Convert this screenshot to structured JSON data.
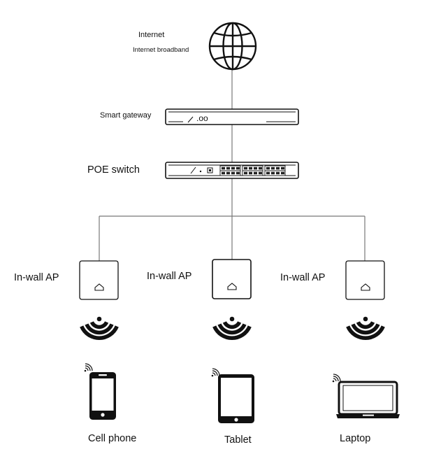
{
  "internet": {
    "title": "Internet",
    "subtitle": "Internet broadband"
  },
  "gateway": {
    "label": "Smart gateway",
    "indicator": ".oo"
  },
  "switch": {
    "label": "POE switch"
  },
  "access_points": [
    {
      "label": "In-wall AP"
    },
    {
      "label": "In-wall AP"
    },
    {
      "label": "In-wall AP"
    }
  ],
  "devices": [
    {
      "label": "Cell phone",
      "icon": "cell-phone-icon"
    },
    {
      "label": "Tablet",
      "icon": "tablet-icon"
    },
    {
      "label": "Laptop",
      "icon": "laptop-icon"
    }
  ],
  "colors": {
    "line": "#1a1a1a",
    "connector": "#777777"
  }
}
